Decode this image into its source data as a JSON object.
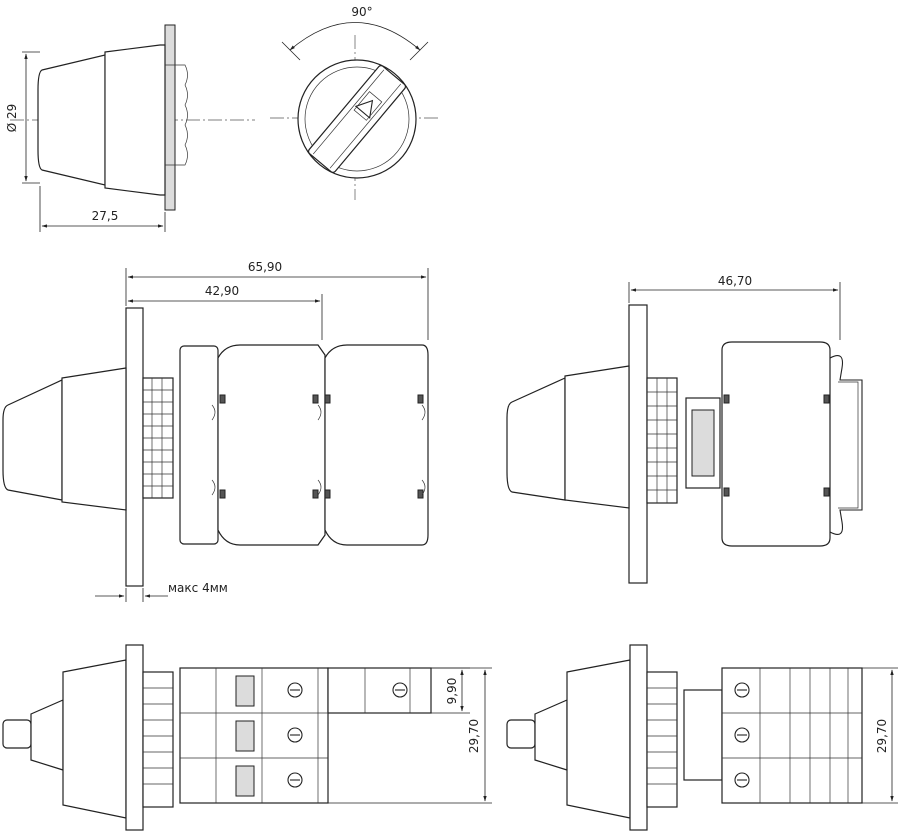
{
  "diagram": {
    "dimensions": {
      "diameter": "Ø 29",
      "front_depth": "27,5",
      "rotation_angle": "90°",
      "total_length": "65,90",
      "body_length": "42,90",
      "rail_length": "46,70",
      "panel_thickness": "макс 4мм",
      "contact_pitch": "9,90",
      "stack_height_left": "29,70",
      "stack_height_right": "29,70"
    }
  },
  "colors": {
    "line": "#222222",
    "shade": "#dcdcdc",
    "dark": "#555555"
  }
}
